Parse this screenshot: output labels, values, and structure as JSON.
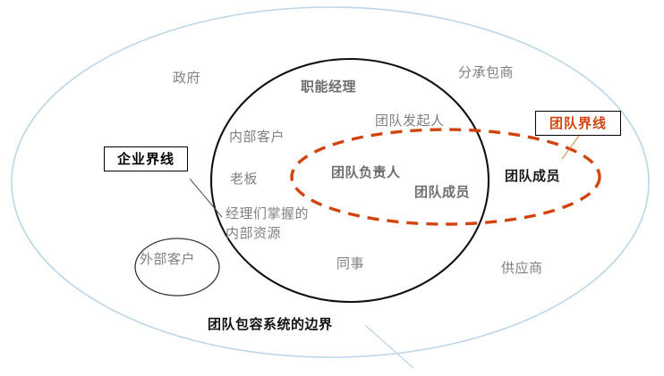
{
  "diagram": {
    "title": "团队包容系统的边界",
    "colors": {
      "outer_boundary": "#bcd6e8",
      "enterprise_boundary": "#000000",
      "team_boundary": "#d2440f",
      "gray_label": "#808080",
      "bold_label": "#1a1a1a"
    },
    "boundaries": {
      "outer": {
        "name": "团队包容系统的边界",
        "style": "solid",
        "color": "#bcd6e8"
      },
      "enterprise": {
        "name": "企业界线",
        "style": "solid",
        "color": "#000000"
      },
      "team": {
        "name": "团队界线",
        "style": "dashed",
        "color": "#d2440f"
      }
    }
  },
  "callouts": [
    {
      "id": "enterprise",
      "label": "企业界线",
      "color": "#000000"
    },
    {
      "id": "team",
      "label": "团队界线",
      "color": "#d2440f"
    }
  ],
  "caption": {
    "text": "团队包容系统的边界"
  },
  "labels": {
    "government": "政府",
    "subcontractor": "分承包商",
    "supplier": "供应商",
    "external_customer": "外部客户",
    "functional_manager": "职能经理",
    "internal_customer": "内部客户",
    "boss": "老板",
    "internal_resources_line1": "经理们掌握的",
    "internal_resources_line2": "内部资源",
    "colleague": "同事",
    "team_sponsor": "团队发起人",
    "team_leader": "团队负责人",
    "team_member_inside": "团队成员",
    "team_member_outside": "团队成员"
  }
}
